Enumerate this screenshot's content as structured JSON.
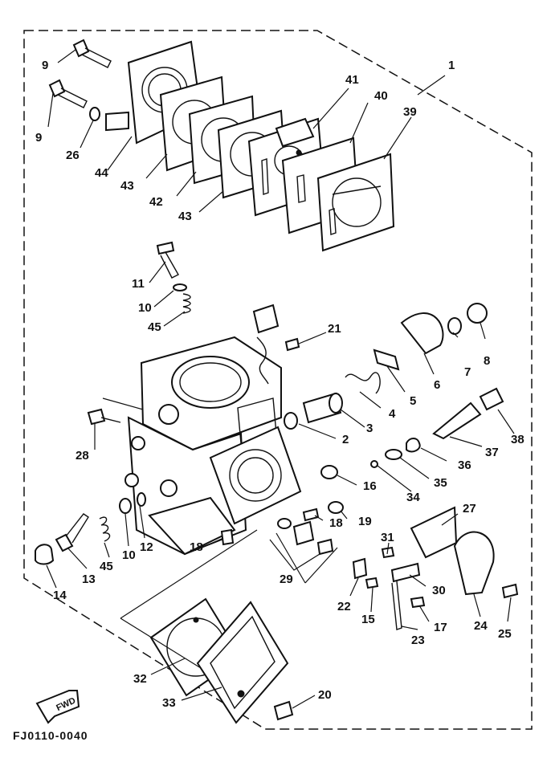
{
  "diagram_code": "FJ0110-0040",
  "fwd_label": "FWD",
  "part_labels": {
    "p1": "1",
    "p2": "2",
    "p3": "3",
    "p4": "4",
    "p5": "5",
    "p6": "6",
    "p7": "7",
    "p8": "8",
    "p9a": "9",
    "p9b": "9",
    "p10a": "10",
    "p10b": "10",
    "p11": "11",
    "p12": "12",
    "p13": "13",
    "p14": "14",
    "p15": "15",
    "p16": "16",
    "p17": "17",
    "p18a": "18",
    "p18b": "18",
    "p19": "19",
    "p20": "20",
    "p21": "21",
    "p22": "22",
    "p23": "23",
    "p24": "24",
    "p25": "25",
    "p26": "26",
    "p27": "27",
    "p28": "28",
    "p29": "29",
    "p30": "30",
    "p31": "31",
    "p32": "32",
    "p33": "33",
    "p34": "34",
    "p35": "35",
    "p36": "36",
    "p37": "37",
    "p38": "38",
    "p39": "39",
    "p40": "40",
    "p41": "41",
    "p42": "42",
    "p43a": "43",
    "p43b": "43",
    "p44": "44",
    "p45a": "45",
    "p45b": "45"
  }
}
